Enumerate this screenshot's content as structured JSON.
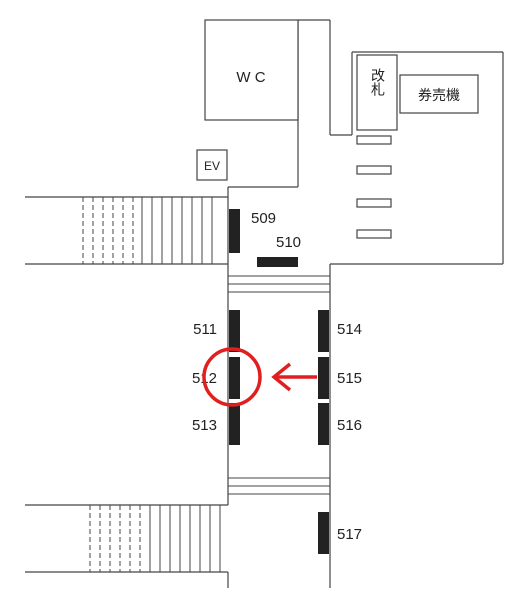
{
  "map": {
    "labels": {
      "wc": "W C",
      "ev": "EV",
      "gate": "改札",
      "ticket_machine": "券売機"
    },
    "exits": [
      {
        "id": "509",
        "label": "509"
      },
      {
        "id": "510",
        "label": "510"
      },
      {
        "id": "511",
        "label": "511"
      },
      {
        "id": "512",
        "label": "512"
      },
      {
        "id": "513",
        "label": "513"
      },
      {
        "id": "514",
        "label": "514"
      },
      {
        "id": "515",
        "label": "515"
      },
      {
        "id": "516",
        "label": "516"
      },
      {
        "id": "517",
        "label": "517"
      }
    ],
    "colors": {
      "line": "#444444",
      "block": "#222222",
      "highlight": "#e02020"
    }
  }
}
